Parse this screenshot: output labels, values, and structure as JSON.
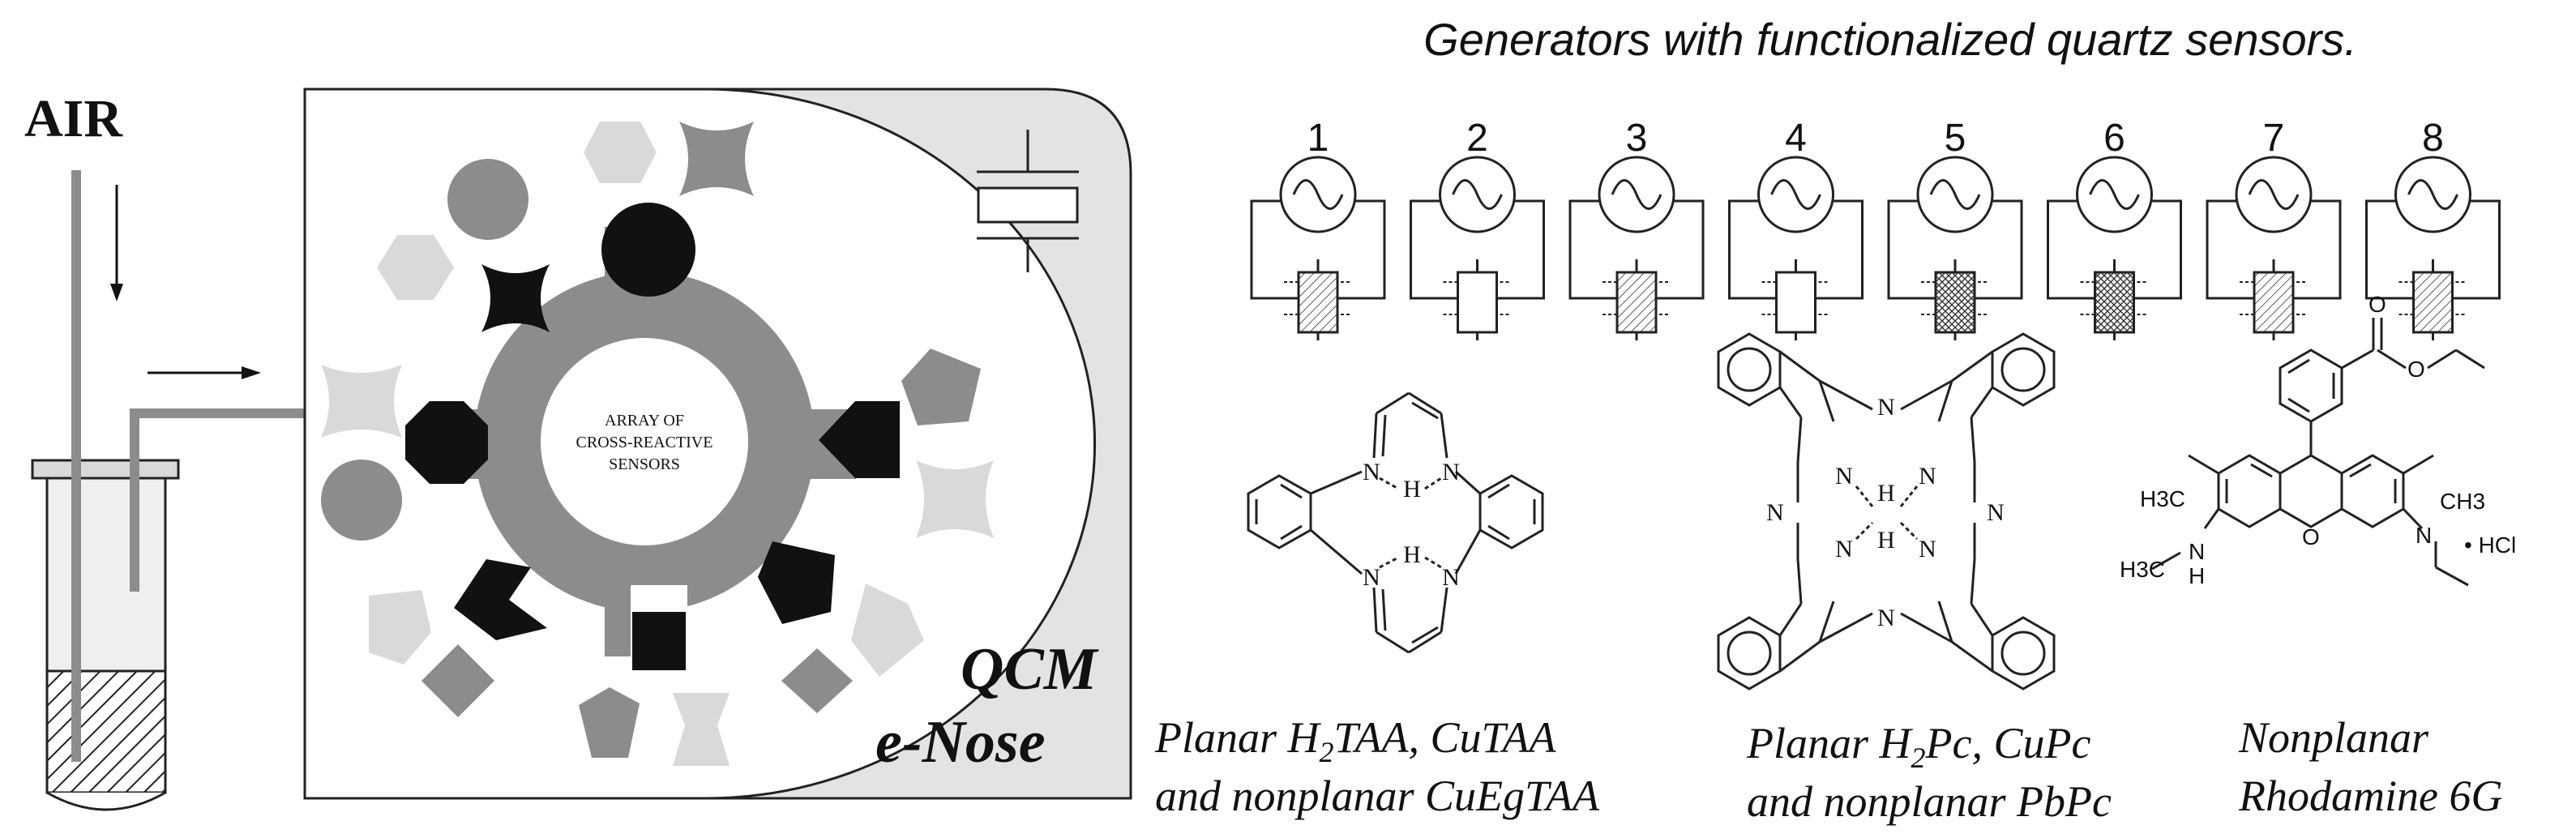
{
  "left_panel": {
    "air_label": "AIR",
    "array_label_line1": "ARRAY OF",
    "array_label_line2": "CROSS-REACTIVE",
    "array_label_line3": "SENSORS",
    "device_name_line1": "QCM",
    "device_name_line2": "e-Nose"
  },
  "right_panel": {
    "title": "Generators with functionalized quartz sensors.",
    "generators": [
      "1",
      "2",
      "3",
      "4",
      "5",
      "6",
      "7",
      "8"
    ],
    "molecules": {
      "taa": {
        "caption_line1_prefix": "Planar H",
        "caption_line1_sub": "2",
        "caption_line1_suffix": "TAA, CuTAA",
        "caption_line2": "and nonplanar CuEgTAA",
        "atoms": [
          "N",
          "N",
          "N",
          "N",
          "H",
          "H"
        ]
      },
      "pc": {
        "caption_line1_prefix": "Planar H",
        "caption_line1_sub": "2",
        "caption_line1_suffix": "Pc, CuPc",
        "caption_line2": "and nonplanar PbPc",
        "atoms": [
          "N",
          "N",
          "N",
          "N",
          "N",
          "N",
          "N",
          "N",
          "H",
          "H"
        ]
      },
      "rhodamine": {
        "caption_line1": "Nonplanar",
        "caption_line2": "Rhodamine 6G",
        "label_h3c_left": "H3C",
        "label_ch3_right": "CH3",
        "label_h3c_nh": "H3C",
        "label_nh_n": "N",
        "label_nh_h": "H",
        "label_o_ring": "O",
        "label_n_right": "N",
        "label_o_ester1": "O",
        "label_o_ester2": "O",
        "label_hcl": "• HCl"
      }
    }
  },
  "colors": {
    "dark": "#111111",
    "mid_gray": "#8c8c8c",
    "light_gray": "#d9d9d9",
    "panel_gray": "#e3e3e3"
  }
}
